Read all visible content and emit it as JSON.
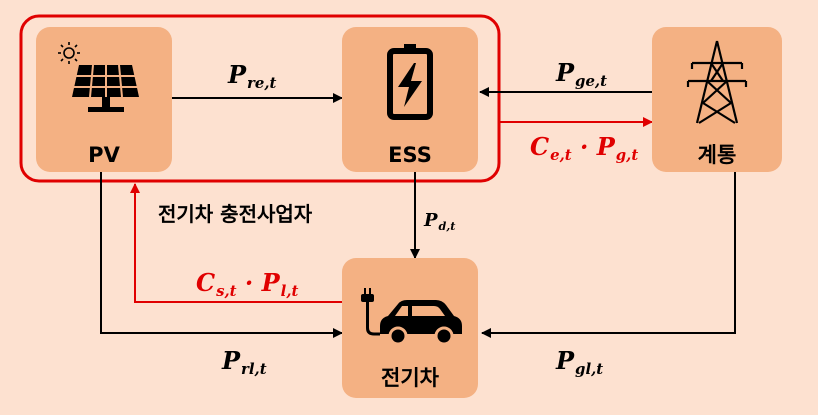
{
  "boxes": {
    "pv": {
      "label": "PV",
      "icon": "solar-panel-icon"
    },
    "ess": {
      "label": "ESS",
      "icon": "battery-charging-icon"
    },
    "grid": {
      "label": "계통",
      "icon": "transmission-tower-icon"
    },
    "ev": {
      "label": "전기차",
      "icon": "electric-car-icon"
    }
  },
  "group_label": "전기차 충전사업자",
  "flows": {
    "p_re": {
      "main": "P",
      "sub": "re,t"
    },
    "p_ge": {
      "main": "P",
      "sub": "ge,t"
    },
    "c_e": {
      "main1": "C",
      "sub1": "e,t",
      "dot": " · ",
      "main2": "P",
      "sub2": "g,t"
    },
    "p_d": {
      "main": "P",
      "sub": "d,t"
    },
    "c_s": {
      "main1": "C",
      "sub1": "s,t",
      "dot": " · ",
      "main2": "P",
      "sub2": "l,t"
    },
    "p_rl": {
      "main": "P",
      "sub": "rl,t"
    },
    "p_gl": {
      "main": "P",
      "sub": "gl,t"
    }
  },
  "colors": {
    "background": "#fde1d0",
    "box_fill": "#f4b183",
    "highlight_red": "#e00000",
    "line": "#000000"
  }
}
